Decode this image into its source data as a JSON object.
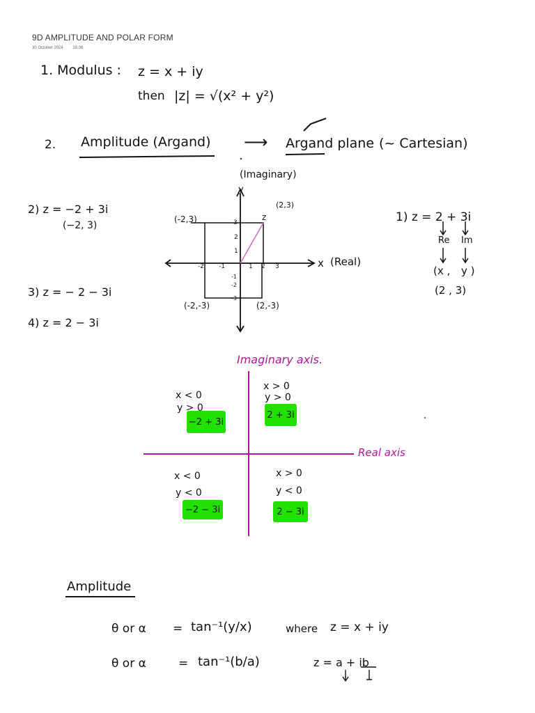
{
  "header": {
    "title": "9D AMPLITUDE AND POLAR FORM",
    "date": "30 October 2024",
    "time": "15:06"
  },
  "section1": {
    "heading": "1.  Modulus :",
    "line1": "z = x + iy",
    "line2_prefix": "then",
    "line2_formula": "|z| = √(x² + y²)"
  },
  "section2": {
    "number": "2.",
    "heading": "Amplitude  (Argand)",
    "arrow": "⟶",
    "target": "Argand plane",
    "note": "(~ Cartesian)"
  },
  "argand_diagram": {
    "y_label": "(Imaginary)",
    "y_axis": "y",
    "x_axis": "x",
    "x_label": "(Real)",
    "z_label": "z",
    "points": {
      "q1": "(2,3)",
      "q2": "(-2,3)",
      "q3": "(-2,-3)",
      "q4": "(2,-3)"
    },
    "x_ticks": [
      "-2",
      "-1",
      "1",
      "2",
      "3"
    ],
    "y_ticks": [
      "3",
      "2",
      "1",
      "-1",
      "-2",
      "-3"
    ]
  },
  "left_examples": {
    "ex2_line1": "2) z = −2 + 3i",
    "ex2_line2": "(−2, 3)",
    "ex3": "3) z = − 2 − 3i",
    "ex4": "4) z =  2 − 3i"
  },
  "right_example": {
    "line1": "1) z = 2 + 3i",
    "re": "Re",
    "im": "Im",
    "x": "(x ,",
    "y": "y  )",
    "values": "(2 ,   3)"
  },
  "quadrants": {
    "imag_axis_label": "Imaginary axis.",
    "real_axis_label": "Real axis",
    "q2_cond1": "x < 0",
    "q2_cond2": "y > 0",
    "q2_value": "−2 + 3i",
    "q1_cond1": "x > 0",
    "q1_cond2": "y > 0",
    "q1_value": "2 + 3i",
    "q3_cond1": "x < 0",
    "q3_cond2": "y < 0",
    "q3_value": "−2 − 3i",
    "q4_cond1": "x > 0",
    "q4_cond2": "y < 0",
    "q4_value": "2 − 3i"
  },
  "amplitude": {
    "heading": "Amplitude",
    "formula1_lhs": "θ or α",
    "formula1_eq": "=",
    "formula1_rhs": "tan⁻¹(y/x)",
    "formula1_where": "where",
    "formula1_z": "z = x + iy",
    "formula2_lhs": "θ or α",
    "formula2_eq": "=",
    "formula2_rhs": "tan⁻¹(b/a)",
    "formula2_z": "z = a + ib"
  },
  "colors": {
    "highlight": "#22e000",
    "pink": "#b0169a",
    "ink": "#111111"
  }
}
